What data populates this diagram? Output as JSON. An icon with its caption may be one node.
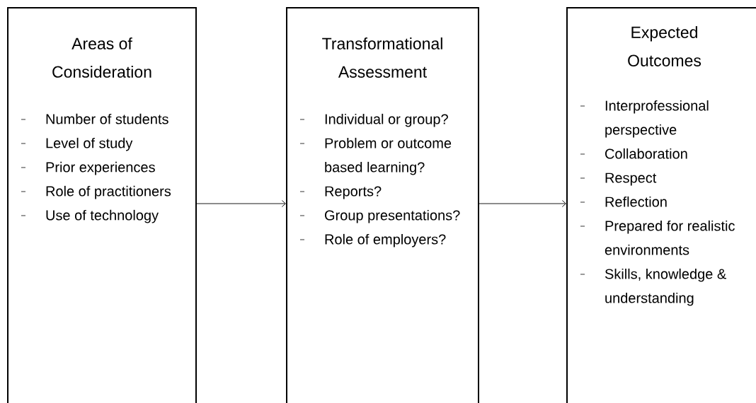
{
  "diagram": {
    "nodes": [
      {
        "text": [
          "Areas of Consideration",
          "Number of students",
          "Level of study",
          "Prior experiences",
          "Role of practitioners",
          "Use of technology"
        ]
      },
      {
        "text": [
          "Transformational Assessment",
          "Individual or group?",
          "Problem or outcome based learning?",
          "Reports?",
          "Group presentations?",
          "Role of employers?"
        ]
      },
      {
        "text": [
          "Expected Outcomes",
          "Interprofessional perspective",
          "Collaboration",
          "Respect",
          "Reflection",
          "Prepared for realistic environments",
          "Skills, knowledge & understanding"
        ]
      }
    ],
    "edges": [
      {
        "from": 0,
        "to": 1,
        "arrow": "to"
      },
      {
        "from": 1,
        "to": 2,
        "arrow": "to"
      }
    ]
  }
}
